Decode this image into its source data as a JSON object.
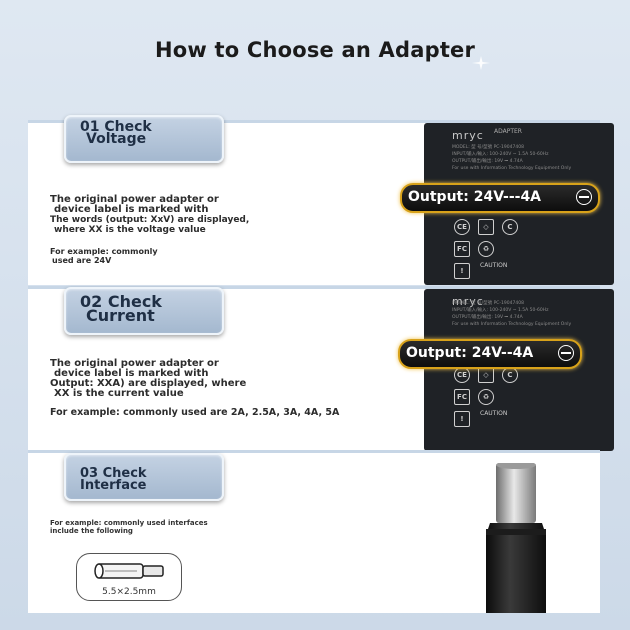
{
  "title": "How to Choose an Adapter",
  "sections": [
    {
      "tag_line1": "01 Check",
      "tag_line2": "Voltage",
      "desc_lines": [
        "The original power adapter or",
        "device label is marked with",
        "The words (output: XxV) are displayed,",
        "where XX is the voltage value"
      ],
      "example_lines": [
        "For example: commonly",
        "used are 24V"
      ],
      "output_label": "Output: 24V---4A"
    },
    {
      "tag_line1": "02 Check",
      "tag_line2": "Current",
      "desc_lines": [
        "The original power adapter or",
        "device label is marked with",
        "Output: XXA) are displayed, where",
        "XX is the current value"
      ],
      "example_line": "For example: commonly used are 2A, 2.5A, 3A, 4A, 5A",
      "output_label": "Output: 24V--4A"
    },
    {
      "tag_label": "03 Check Interface",
      "note_lines": [
        "For example: commonly used interfaces",
        "include the following"
      ],
      "connector_label": "5.5×2.5mm"
    }
  ],
  "adapter_label": {
    "brand": "mryc",
    "heading": "ADAPTER",
    "lines": [
      "MODEL: 型 号/型號  PC-19047408",
      "INPUT/输入/輸入: 100-240V ~ 1.5A  50-60Hz",
      "OUTPUT/输出/輸出: 19V ⎓ 4.74A",
      "For use with Information Technology Equipment Only"
    ],
    "caution": "CAUTION"
  },
  "colors": {
    "accent_gold": "#d8a21a",
    "tag_blue": "#a4b8cf",
    "adapter_black": "#1f2226"
  }
}
